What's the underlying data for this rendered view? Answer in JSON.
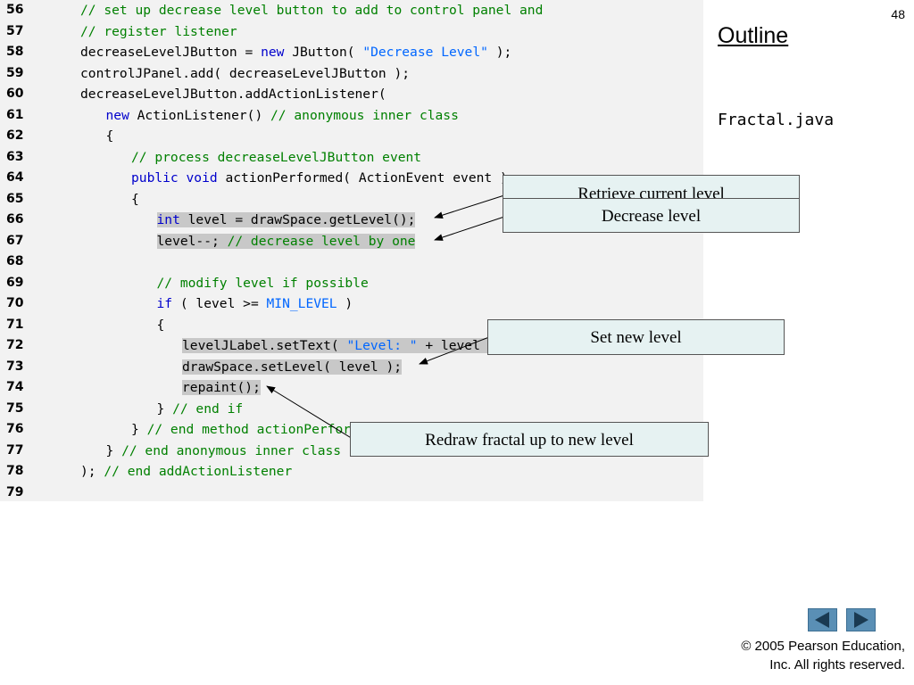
{
  "slide": {
    "number": "48",
    "outline": "Outline",
    "filename": "Fractal.java"
  },
  "code_lines": [
    {
      "num": "56",
      "segs": [
        [
          "cm",
          "// set up decrease level button to add to control panel and"
        ]
      ],
      "indent": 2
    },
    {
      "num": "57",
      "segs": [
        [
          "cm",
          "// register listener"
        ]
      ],
      "indent": 2
    },
    {
      "num": "58",
      "segs": [
        [
          "",
          "decreaseLevelJButton = "
        ],
        [
          "kw",
          "new"
        ],
        [
          "",
          " JButton( "
        ],
        [
          "str",
          "\"Decrease Level\""
        ],
        [
          "",
          " );"
        ]
      ],
      "indent": 2
    },
    {
      "num": "59",
      "segs": [
        [
          "",
          "controlJPanel.add( decreaseLevelJButton );"
        ]
      ],
      "indent": 2
    },
    {
      "num": "60",
      "segs": [
        [
          "",
          "decreaseLevelJButton.addActionListener("
        ]
      ],
      "indent": 2
    },
    {
      "num": "61",
      "segs": [
        [
          "kw",
          "new"
        ],
        [
          "",
          " ActionListener() "
        ],
        [
          "cm",
          "// anonymous inner class"
        ]
      ],
      "indent": 3
    },
    {
      "num": "62",
      "segs": [
        [
          "",
          "{"
        ]
      ],
      "indent": 3
    },
    {
      "num": "63",
      "segs": [
        [
          "cm",
          "// process decreaseLevelJButton event"
        ]
      ],
      "indent": 4
    },
    {
      "num": "64",
      "segs": [
        [
          "kw",
          "public"
        ],
        [
          "",
          " "
        ],
        [
          "kw",
          "void"
        ],
        [
          "",
          " actionPerformed( ActionEvent event )"
        ]
      ],
      "indent": 4
    },
    {
      "num": "65",
      "segs": [
        [
          "",
          "{"
        ]
      ],
      "indent": 4
    },
    {
      "num": "66",
      "segs": [
        [
          "kw hl",
          "int"
        ],
        [
          "hl",
          " level = drawSpace.getLevel();"
        ]
      ],
      "indent": 5
    },
    {
      "num": "67",
      "segs": [
        [
          "hl",
          "level--; "
        ],
        [
          "cm hl",
          "// decrease level by one"
        ]
      ],
      "indent": 5
    },
    {
      "num": "68",
      "segs": [],
      "indent": 0
    },
    {
      "num": "69",
      "segs": [
        [
          "cm",
          "// modify level if possible"
        ]
      ],
      "indent": 5
    },
    {
      "num": "70",
      "segs": [
        [
          "kw",
          "if"
        ],
        [
          "",
          " ( level >= "
        ],
        [
          "const",
          "MIN_LEVEL"
        ],
        [
          "",
          " )"
        ]
      ],
      "indent": 5
    },
    {
      "num": "71",
      "segs": [
        [
          "",
          "{"
        ]
      ],
      "indent": 5
    },
    {
      "num": "72",
      "segs": [
        [
          "hl",
          "levelJLabel.setText( "
        ],
        [
          "str hl",
          "\"Level: \""
        ],
        [
          "hl",
          " + level );"
        ]
      ],
      "indent": 6
    },
    {
      "num": "73",
      "segs": [
        [
          "hl",
          "drawSpace.setLevel( level );"
        ]
      ],
      "indent": 6
    },
    {
      "num": "74",
      "segs": [
        [
          "hl",
          "repaint();"
        ]
      ],
      "indent": 6
    },
    {
      "num": "75",
      "segs": [
        [
          "",
          "} "
        ],
        [
          "cm",
          "// end if"
        ]
      ],
      "indent": 5
    },
    {
      "num": "76",
      "segs": [
        [
          "",
          "} "
        ],
        [
          "cm",
          "// end method actionPerformed"
        ]
      ],
      "indent": 4
    },
    {
      "num": "77",
      "segs": [
        [
          "",
          "} "
        ],
        [
          "cm",
          "// end anonymous inner class"
        ]
      ],
      "indent": 3
    },
    {
      "num": "78",
      "segs": [
        [
          "",
          "); "
        ],
        [
          "cm",
          "// end addActionListener"
        ]
      ],
      "indent": 2
    },
    {
      "num": "79",
      "segs": [],
      "indent": 0
    }
  ],
  "callouts": {
    "retrieve": "Retrieve current level",
    "decrease": "Decrease level",
    "set_new": "Set new level",
    "redraw": "Redraw fractal up to new level"
  },
  "footer": {
    "line1": "© 2005 Pearson Education,",
    "line2": "Inc.  All rights reserved."
  },
  "nav": {
    "prev_icon": "left-triangle-icon",
    "next_icon": "right-triangle-icon",
    "color": "#5a8fb5"
  }
}
